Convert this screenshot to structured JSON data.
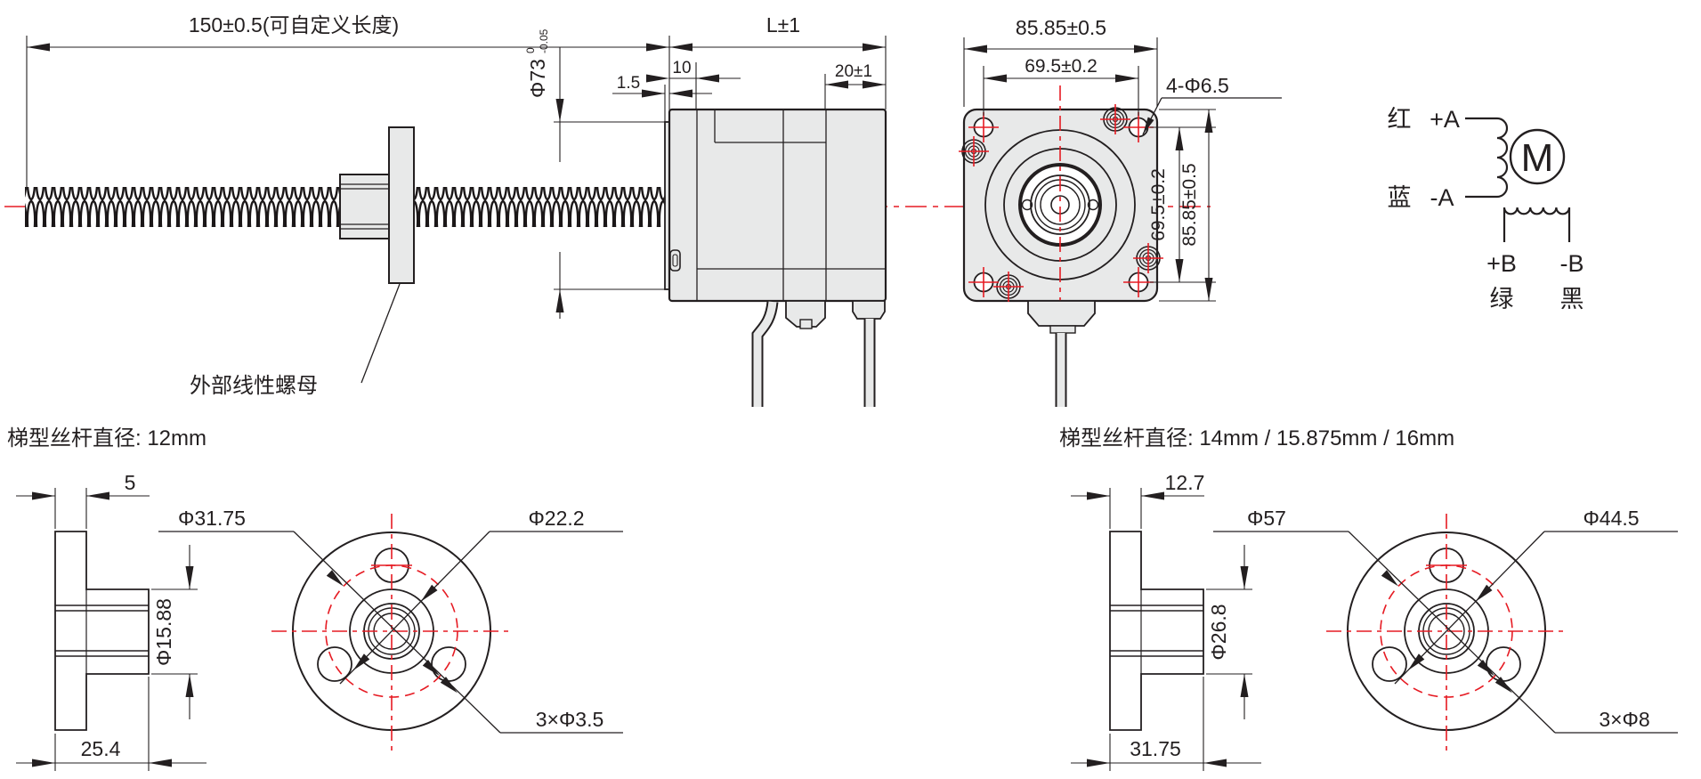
{
  "drawing": {
    "assembly": {
      "dim_screw_length": "150±0.5(可自定义长度)",
      "dim_shaft_dia": "Φ73",
      "dim_shaft_dia_tol_top": "0",
      "dim_shaft_dia_tol_bottom": "-0.05",
      "dim_plate": "1.5",
      "dim_front_section": "10",
      "dim_body_length": "L±1",
      "dim_rear_section": "20±1",
      "nut_callout": "外部线性螺母"
    },
    "front_view": {
      "dim_width": "85.85±0.5",
      "dim_hole_span_h": "69.5±0.2",
      "holes_callout": "4-Φ6.5",
      "dim_hole_span_v": "69.5±0.2",
      "dim_height": "85.85±0.5"
    },
    "wiring": {
      "wire_a_plus_color": "红",
      "wire_a_plus": "+A",
      "wire_a_minus_color": "蓝",
      "wire_a_minus": "-A",
      "motor_symbol": "M",
      "wire_b_plus": "+B",
      "wire_b_minus": "-B",
      "wire_b_plus_color": "绿",
      "wire_b_minus_color": "黑"
    },
    "nut_small": {
      "title": "梯型丝杆直径: 12mm",
      "dim_flange_thickness": "5",
      "dim_bolt_circle": "Φ31.75",
      "dim_hub_dia": "Φ15.88",
      "dim_length": "25.4",
      "dim_boss_dia": "Φ22.2",
      "dim_holes": "3×Φ3.5"
    },
    "nut_large": {
      "title": "梯型丝杆直径: 14mm / 15.875mm / 16mm",
      "dim_flange_thickness": "12.7",
      "dim_bolt_circle": "Φ57",
      "dim_hub_dia": "Φ26.8",
      "dim_length": "31.75",
      "dim_boss_dia": "Φ44.5",
      "dim_holes": "3×Φ8"
    },
    "colors": {
      "line": "#231f20",
      "centerline_red": "#e61b23",
      "body_fill": "#e8e9e9"
    }
  }
}
